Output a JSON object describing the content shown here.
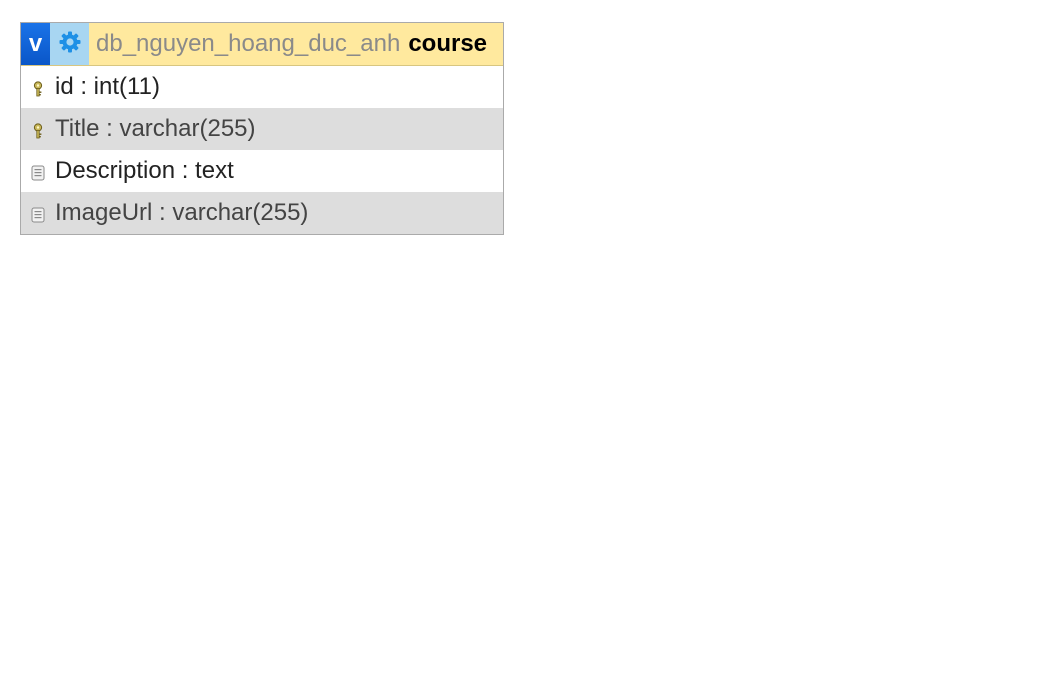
{
  "table": {
    "toggle_label": "v",
    "options_icon": "gear-icon",
    "db_name": "db_nguyen_hoang_duc_anh",
    "table_name": "course",
    "columns": [
      {
        "text": "id : int(11)",
        "icon": "primary-key-icon"
      },
      {
        "text": "Title : varchar(255)",
        "icon": "primary-key-icon"
      },
      {
        "text": "Description : text",
        "icon": "column-icon"
      },
      {
        "text": "ImageUrl : varchar(255)",
        "icon": "column-icon"
      }
    ]
  },
  "colors": {
    "header_bg": "#ffe99e",
    "toggle_bg": "#1a73e8",
    "options_bg": "#a8d6f2",
    "alt_row_bg": "#dddddd"
  }
}
